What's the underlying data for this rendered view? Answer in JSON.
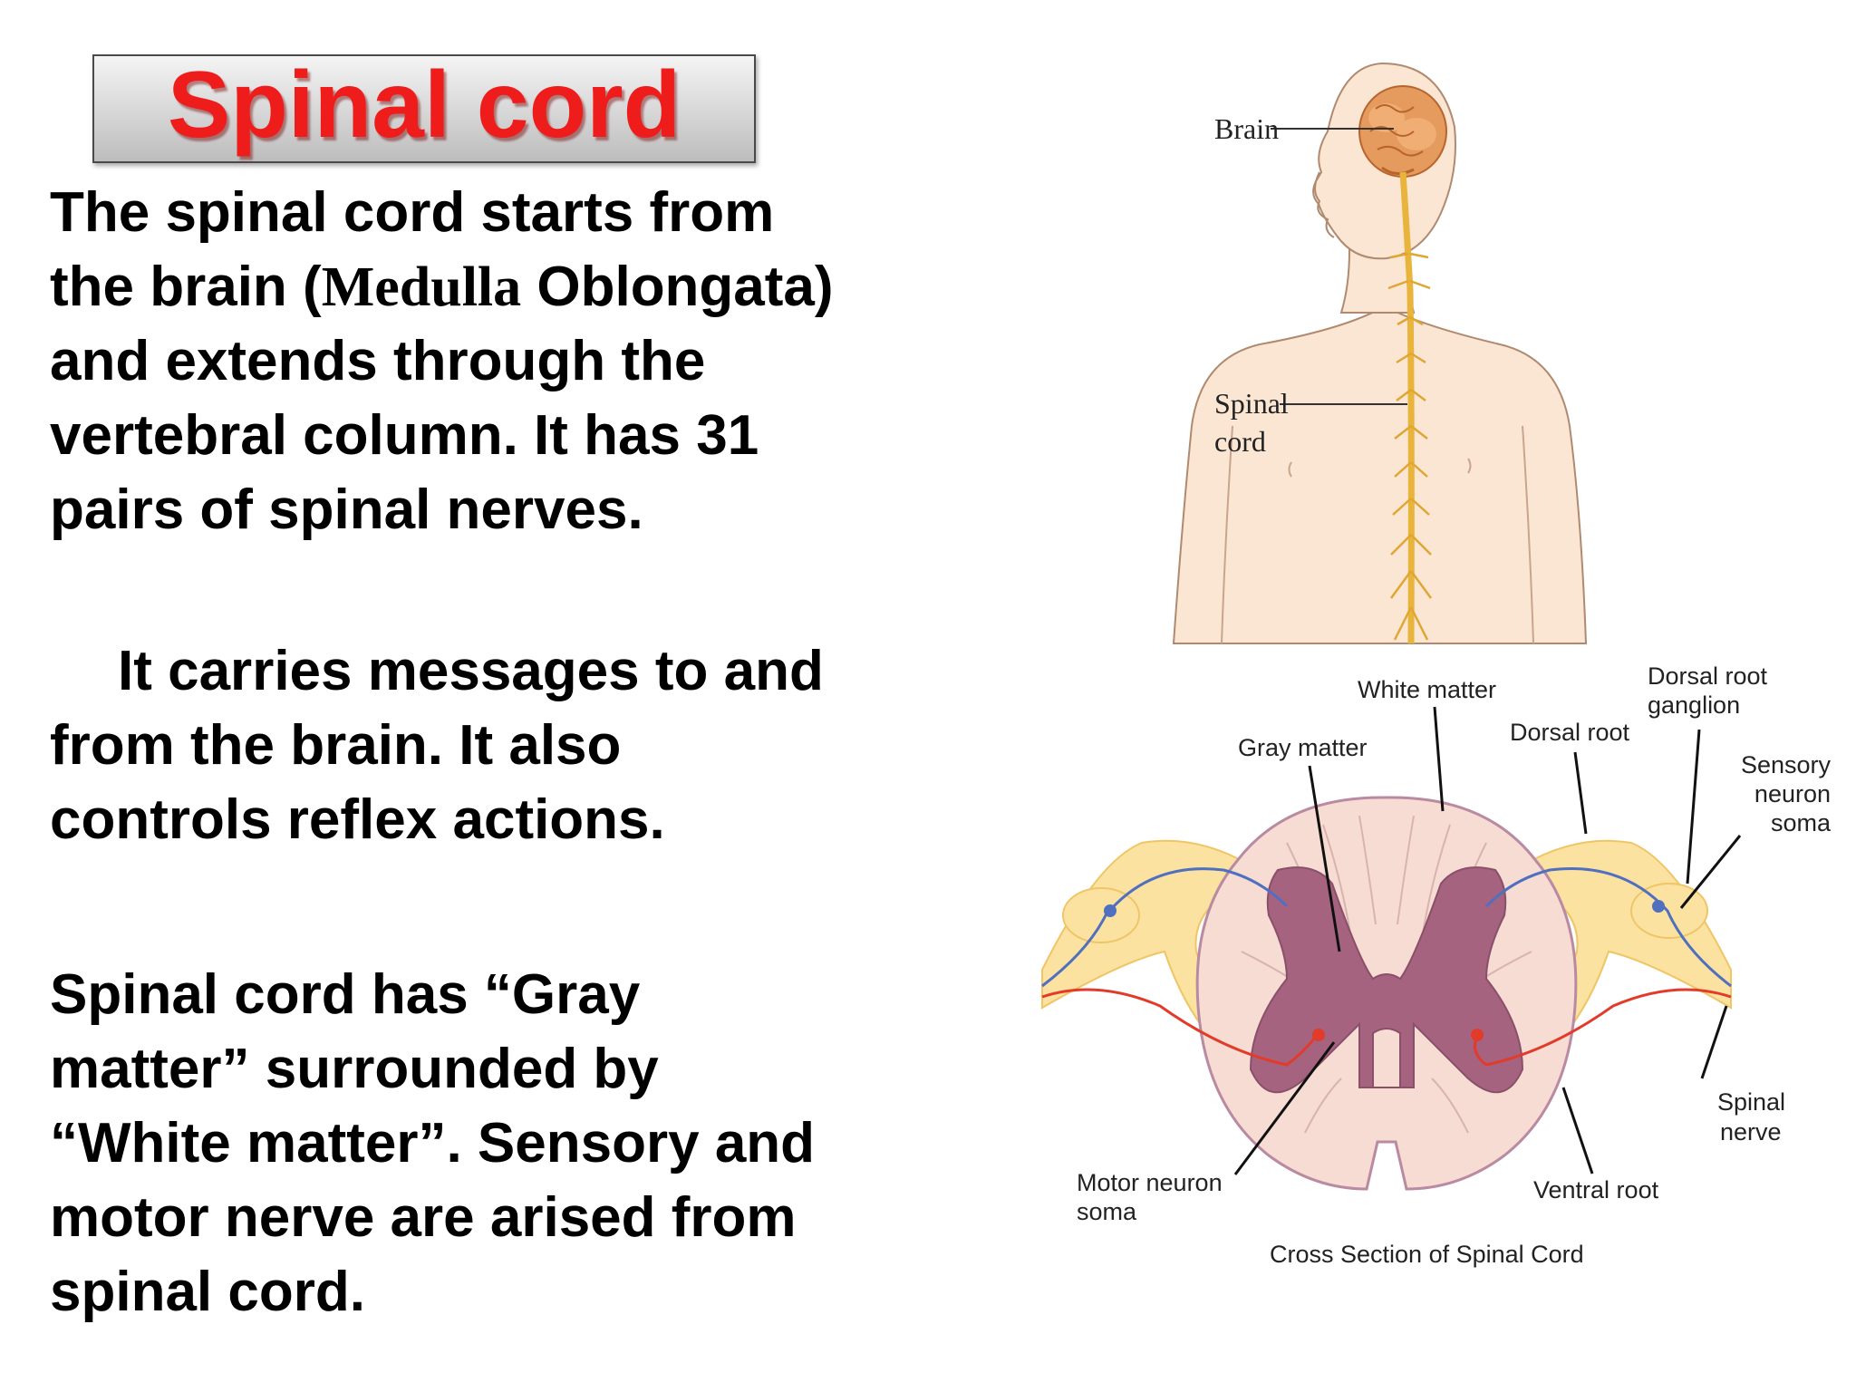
{
  "title": "Spinal cord",
  "paragraphs": {
    "p1_part1": "The spinal cord starts from the brain (",
    "p1_part2": "Medulla",
    "p1_part3": " Oblongata) and extends through the vertebral column.  It has 31 pairs of spinal nerves.",
    "p2": "It carries messages to and from the brain.  It also controls reflex actions.",
    "p3": "Spinal cord has “Gray matter”  surrounded by “White matter”. Sensory and motor nerve are arised  from spinal cord."
  },
  "body_figure": {
    "brain_label": "Brain",
    "spinal_label_line1": "Spinal",
    "spinal_label_line2": "cord"
  },
  "cross_section": {
    "white_matter": "White matter",
    "dorsal_root_ganglion_line1": "Dorsal root",
    "dorsal_root_ganglion_line2": "ganglion",
    "gray_matter": "Gray matter",
    "dorsal_root": "Dorsal root",
    "sensory_line1": "Sensory",
    "sensory_line2": "neuron",
    "sensory_line3": "soma",
    "spinal_nerve_line1": "Spinal",
    "spinal_nerve_line2": "nerve",
    "motor_line1": "Motor neuron",
    "motor_line2": "soma",
    "ventral_root": "Ventral root",
    "caption": "Cross Section of Spinal Cord"
  },
  "colors": {
    "title_red": "#ef1c1c",
    "skin": "#fbe6d4",
    "spinal_yellow": "#e8b43c",
    "gray_matter": "#a5637f",
    "white_matter": "#f6dcd3",
    "sensory_blue": "#4f6fbf",
    "motor_red": "#e23b2a"
  }
}
